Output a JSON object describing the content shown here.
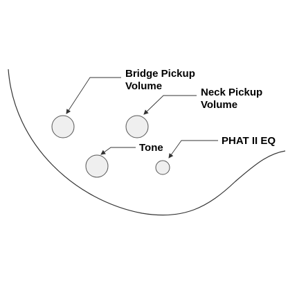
{
  "colors": {
    "background": "#ffffff",
    "outline": "#333333",
    "knob_fill": "#efefef",
    "knob_stroke": "#555555",
    "text": "#000000"
  },
  "labels": {
    "bridge_line1": "Bridge Pickup",
    "bridge_line2": "Volume",
    "neck_line1": "Neck Pickup",
    "neck_line2": "Volume",
    "tone": "Tone",
    "phat": "PHAT II EQ"
  }
}
